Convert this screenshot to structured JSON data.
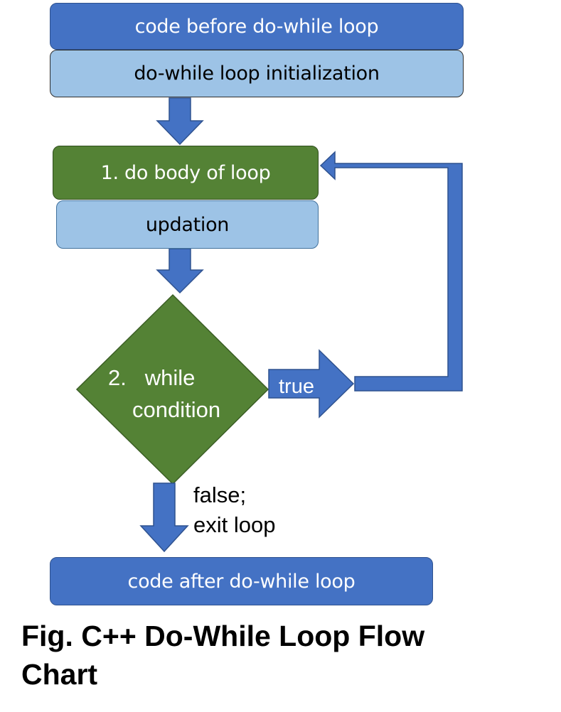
{
  "nodes": {
    "before": "code before do-while loop",
    "init": "do-while loop initialization",
    "body": "1. do body of loop",
    "update": "updation",
    "condition_line1": "2.   while",
    "condition_line2": "condition",
    "after": "code after do-while loop"
  },
  "edges": {
    "true_label": "true",
    "false_line1": "false;",
    "false_line2": "exit loop"
  },
  "caption": {
    "line1": "Fig. C++ Do-While Loop Flow",
    "line2": "Chart"
  },
  "colors": {
    "blue": "#4472c4",
    "light_blue": "#9dc3e6",
    "green": "#548235"
  }
}
